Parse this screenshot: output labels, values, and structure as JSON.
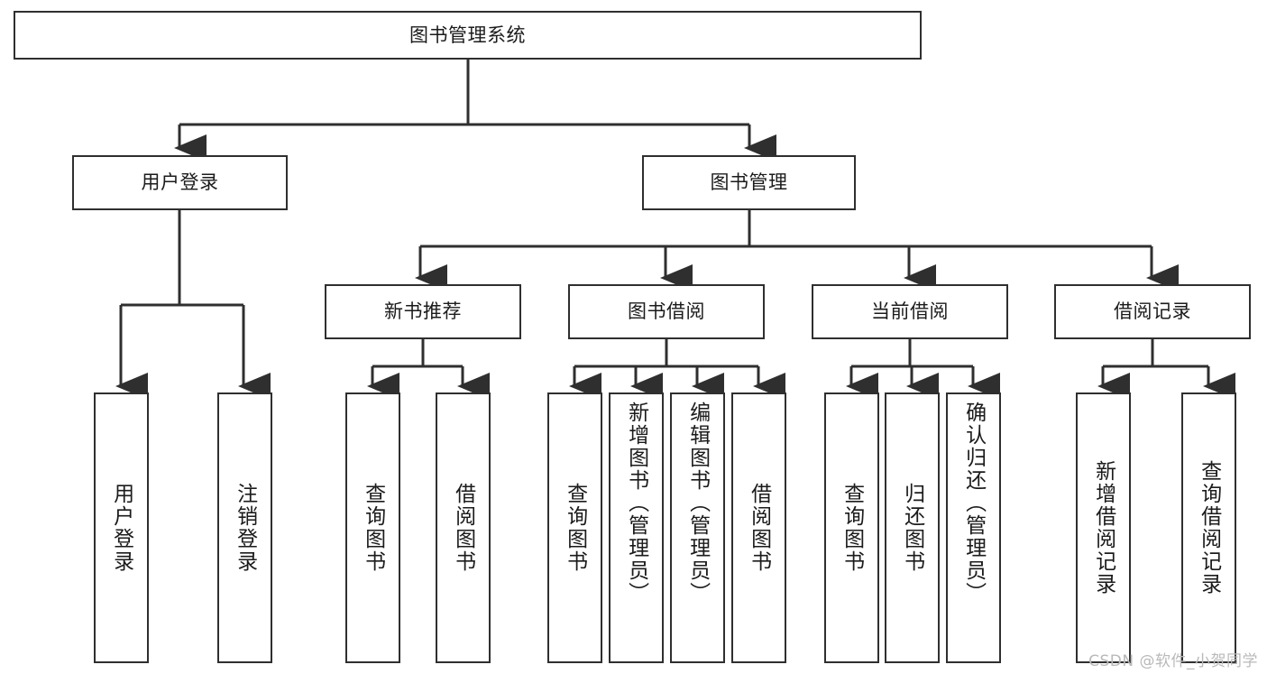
{
  "diagram": {
    "title": "图书管理系统",
    "watermark": "CSDN @软件_小贺同学",
    "colors": {
      "background": "#ffffff",
      "stroke": "#2f2f2f",
      "text": "#1b1b1b",
      "watermark": "#b9b9b9"
    },
    "root": {
      "label": "图书管理系统"
    },
    "level2": [
      {
        "label": "用户登录"
      },
      {
        "label": "图书管理"
      }
    ],
    "level3": [
      {
        "label": "新书推荐"
      },
      {
        "label": "图书借阅"
      },
      {
        "label": "当前借阅"
      },
      {
        "label": "借阅记录"
      }
    ],
    "leaves": {
      "user_login": [
        {
          "label": "用户登录"
        },
        {
          "label": "注销登录"
        }
      ],
      "new_book_recommend": [
        {
          "label": "查询图书"
        },
        {
          "label": "借阅图书"
        }
      ],
      "book_borrow": [
        {
          "label": "查询图书"
        },
        {
          "label": "新增图书（管理员）"
        },
        {
          "label": "编辑图书（管理员）"
        },
        {
          "label": "借阅图书"
        }
      ],
      "current_borrow": [
        {
          "label": "查询图书"
        },
        {
          "label": "归还图书"
        },
        {
          "label": "确认归还（管理员）"
        }
      ],
      "borrow_record": [
        {
          "label": "新增借阅记录"
        },
        {
          "label": "查询借阅记录"
        }
      ]
    }
  }
}
